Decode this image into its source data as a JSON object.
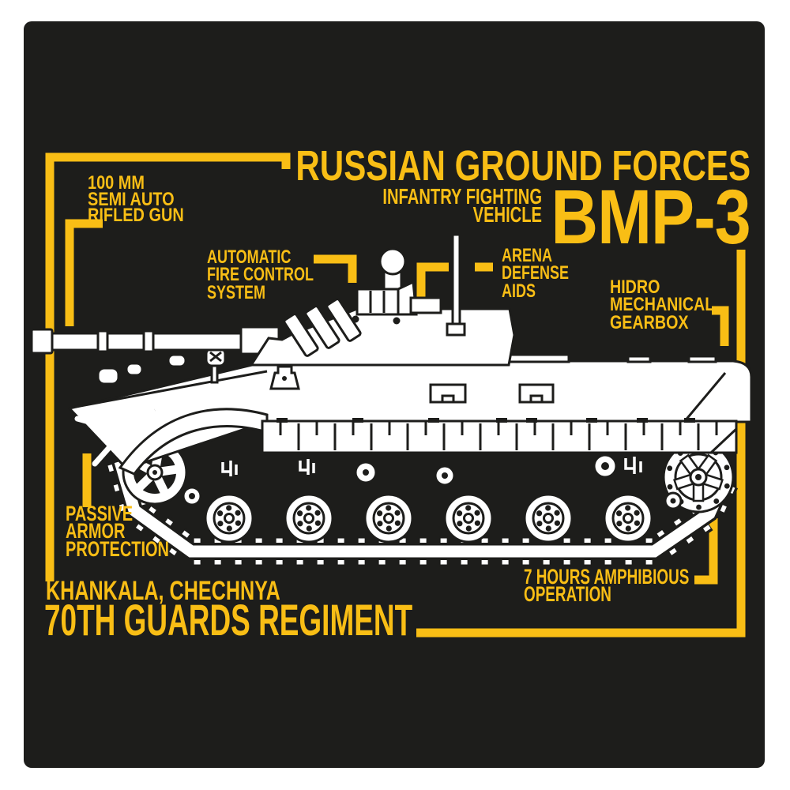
{
  "poster": {
    "background_color": "#1D1D1B",
    "accent_color": "#F9BE15",
    "artwork_color": "#FFFFFF",
    "page_color": "#FFFFFF",
    "header": {
      "title": "RUSSIAN GROUND FORCES",
      "subtitle_lines": [
        "INFANTRY FIGHTING",
        "VEHICLE"
      ],
      "model": "BMP-3"
    },
    "callouts": {
      "main_gun": {
        "lines": [
          "100 MM",
          "SEMI AUTO",
          "RIFLED GUN"
        ]
      },
      "fire_control": {
        "lines": [
          "AUTOMATIC",
          "FIRE CONTROL",
          "SYSTEM"
        ]
      },
      "defense_aids": {
        "lines": [
          "ARENA",
          "DEFENSE",
          "AIDS"
        ]
      },
      "gearbox": {
        "lines": [
          "HIDRO",
          "MECHANICAL",
          "GEARBOX"
        ]
      },
      "armor": {
        "lines": [
          "PASSIVE",
          "ARMOR",
          "PROTECTION"
        ]
      },
      "amphibious": {
        "lines": [
          "7 HOURS AMPHIBIOUS",
          "OPERATION"
        ]
      }
    },
    "footer": {
      "location": "KHANKALA, CHECHNYA",
      "regiment": "70TH GUARDS REGIMENT"
    },
    "illustration": {
      "subject": "BMP-3 infantry fighting vehicle side profile line art"
    }
  }
}
